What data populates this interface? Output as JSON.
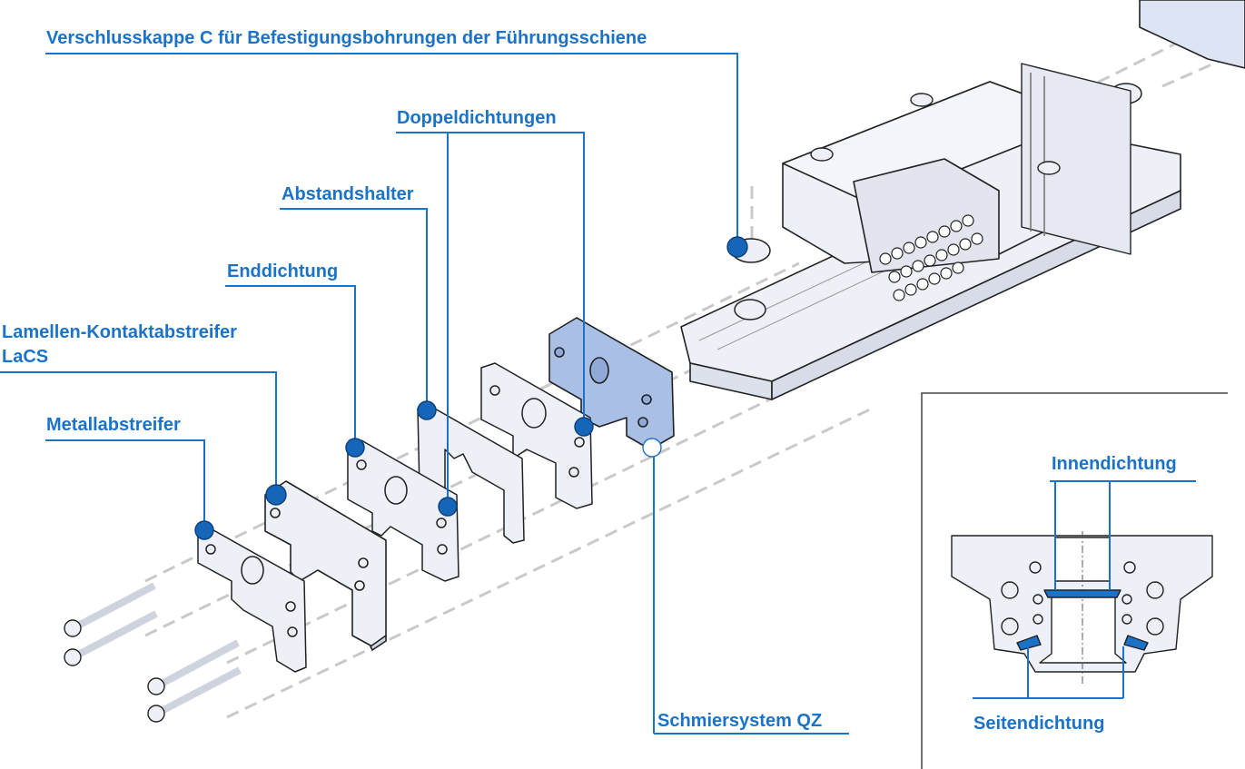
{
  "colors": {
    "accent": "#1a73c8",
    "marker_fill": "#1565b8",
    "part_fill": "#eef0f7",
    "highlight_fill": "#a9bfe6",
    "line_gray": "#c9c9c9",
    "outline": "#222222"
  },
  "labels": {
    "verschlusskappe": "Verschlusskappe C für Befestigungsbohrungen der Führungsschiene",
    "doppeldichtungen": "Doppeldichtungen",
    "abstandshalter": "Abstandshalter",
    "enddichtung": "Enddichtung",
    "lacs_line1": "Lamellen-Kontaktabstreifer",
    "lacs_line2": "LaCS",
    "metallabstreifer": "Metallabstreifer",
    "schmiersystem": "Schmiersystem QZ",
    "innendichtung": "Innendichtung",
    "seitendichtung": "Seitendichtung"
  }
}
